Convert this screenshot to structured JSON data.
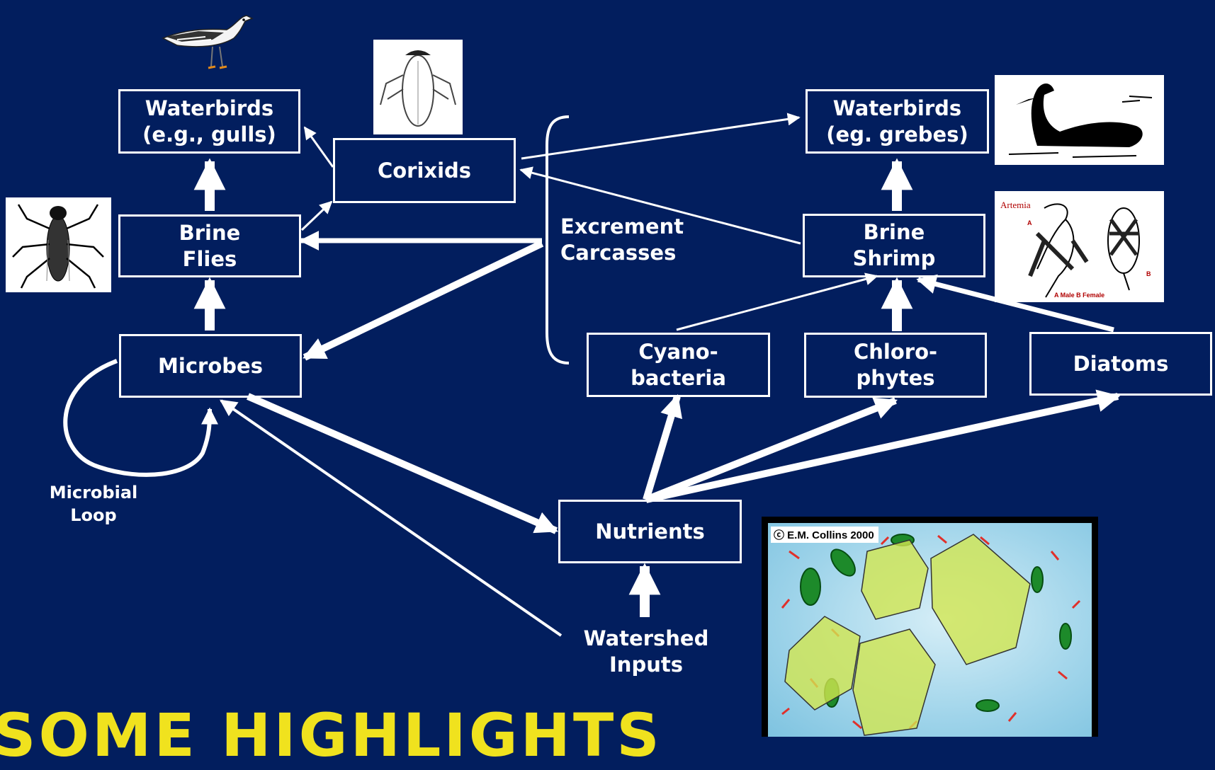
{
  "nodes": {
    "waterbirds_gulls": "Waterbirds\n(e.g., gulls)",
    "corixids": "Corixids",
    "brine_flies": "Brine\nFlies",
    "microbes": "Microbes",
    "waterbirds_grebes": "Waterbirds\n(eg. grebes)",
    "brine_shrimp": "Brine\nShrimp",
    "cyanobacteria": "Cyano-\nbacteria",
    "chlorophytes": "Chloro-\nphytes",
    "diatoms": "Diatoms",
    "nutrients": "Nutrients"
  },
  "labels": {
    "excrement": "Excrement\nCarcasses",
    "microbial_loop": "Microbial\nLoop",
    "watershed": "Watershed\nInputs"
  },
  "images": {
    "artemia_title": "Artemia",
    "artemia_a": "A",
    "artemia_b": "B",
    "artemia_caption": "A Male   B Female",
    "copyright": "ⓒ E.M. Collins 2000"
  },
  "headline": "SOME HIGHLIGHTS",
  "colors": {
    "background": "#021e5e",
    "box_border": "#ffffff",
    "headline": "#f0e21e"
  }
}
